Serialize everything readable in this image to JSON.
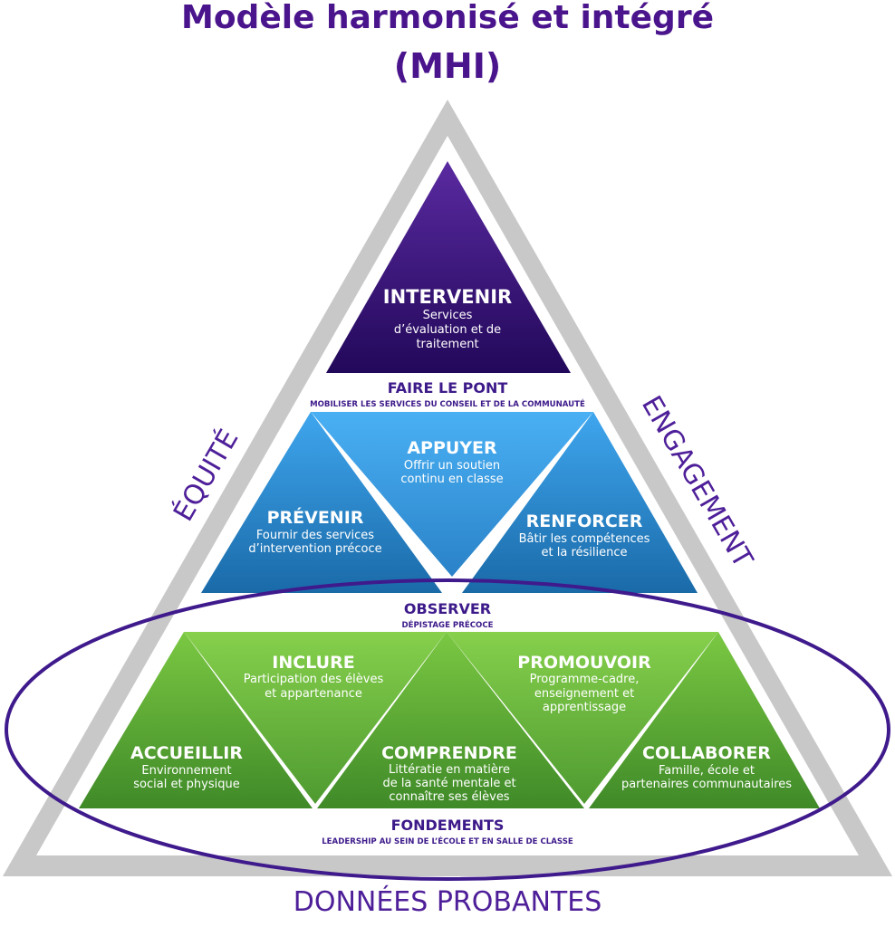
{
  "title_line1": "Modèle harmonisé et intégré",
  "title_line2": "(MHI)",
  "side_left": "ÉQUITÉ",
  "side_right": "ENGAGEMENT",
  "bottom": "DONNÉES PROBANTES",
  "intervenir": {
    "title": "INTERVENIR",
    "lines": [
      "Services",
      "d’évaluation et de",
      "traitement"
    ]
  },
  "band_faire": {
    "title": "FAIRE LE PONT",
    "sub": "MOBILISER LES SERVICES DU CONSEIL ET DE LA COMMUNAUTÉ"
  },
  "appuyer": {
    "title": "APPUYER",
    "lines": [
      "Offrir un soutien",
      "continu en classe"
    ]
  },
  "prevenir": {
    "title": "PRÉVENIR",
    "lines": [
      "Fournir des services",
      "d’intervention précoce"
    ]
  },
  "renforcer": {
    "title": "RENFORCER",
    "lines": [
      "Bâtir les compétences",
      "et la résilience"
    ]
  },
  "band_observer": {
    "title": "OBSERVER",
    "sub": "DÉPISTAGE PRÉCOCE"
  },
  "inclure": {
    "title": "INCLURE",
    "lines": [
      "Participation des élèves",
      "et appartenance"
    ]
  },
  "promouvoir": {
    "title": "PROMOUVOIR",
    "lines": [
      "Programme-cadre,",
      "enseignement et",
      "apprentissage"
    ]
  },
  "accueillir": {
    "title": "ACCUEILLIR",
    "lines": [
      "Environnement",
      "social et physique"
    ]
  },
  "comprendre": {
    "title": "COMPRENDRE",
    "lines": [
      "Littératie en matière",
      "de la santé mentale et",
      "connaître ses élèves"
    ]
  },
  "collaborer": {
    "title": "COLLABORER",
    "lines": [
      "Famille, école et",
      "partenaires communautaires"
    ]
  },
  "band_fondements": {
    "title": "FONDEMENTS",
    "sub": "LEADERSHIP AU SEIN DE L’ÉCOLE ET EN SALLE DE CLASSE"
  },
  "colors": {
    "purple": "#4a148c",
    "gray": "#c8c8c8",
    "blue_top": "#3fa6ee",
    "blue_bottom": "#1a6aa8",
    "green_top": "#7bc843",
    "green_bottom": "#3f8a28",
    "purple_top": "#5a2aa0",
    "purple_bottom": "#22085a"
  }
}
